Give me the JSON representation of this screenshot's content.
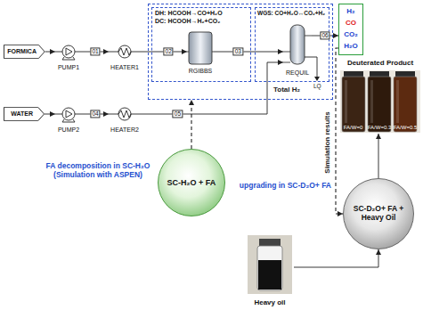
{
  "diagram": {
    "nodes": [
      {
        "text": [
          "Total H₂"
        ]
      },
      {
        "text": [
          "DH: HCOOH→CO+H₂O",
          "DC: HCOOH→H₂+CO₂"
        ],
        "in": 0
      },
      {
        "text": [
          "RGIBBS"
        ],
        "in": 1
      },
      {
        "text": [
          "WGS: CO+H₂O↔CO₂+H₂"
        ],
        "in": 0
      },
      {
        "text": [
          "REQUIL"
        ],
        "in": 3
      },
      {
        "text": [
          "FORMICA"
        ]
      },
      {
        "text": [
          "PUMP1"
        ]
      },
      {
        "text": [
          "HEATER1"
        ]
      },
      {
        "text": [
          "WATER"
        ]
      },
      {
        "text": [
          "PUMP2"
        ]
      },
      {
        "text": [
          "HEATER2"
        ]
      },
      {
        "text": [
          "H₂",
          "CO",
          "CO₂",
          "H₂O"
        ]
      },
      {
        "text": [
          "SC-H₂O + FA"
        ]
      },
      {
        "text": [
          "SC-D₂O+ FA + Heavy Oil"
        ]
      },
      {
        "text": [
          "Deuterated Product",
          "FA/W=0",
          "FA/W=0.3",
          "FA/W=0.5"
        ]
      },
      {
        "text": [
          "Heavy oil"
        ]
      }
    ],
    "edges": [
      {
        "from": 5,
        "to": 6,
        "arrow": "to"
      },
      {
        "from": 6,
        "to": 7,
        "arrow": "to",
        "label": "01"
      },
      {
        "from": 7,
        "to": 2,
        "arrow": "to",
        "label": "02"
      },
      {
        "from": 2,
        "to": 4,
        "arrow": "to",
        "label": "03"
      },
      {
        "from": 8,
        "to": 9,
        "arrow": "to"
      },
      {
        "from": 9,
        "to": 10,
        "arrow": "to",
        "label": "04"
      },
      {
        "from": 10,
        "to": 4,
        "arrow": "to",
        "label": "05"
      },
      {
        "from": 4,
        "to": 11,
        "arrow": "to",
        "label": "06"
      },
      {
        "from": 12,
        "to": 0,
        "arrow": "to"
      },
      {
        "from": 11,
        "to": 13,
        "arrow": "to",
        "label": "Simulation results"
      },
      {
        "from": 15,
        "to": 13,
        "arrow": "to"
      },
      {
        "from": 13,
        "to": 14,
        "arrow": "to"
      }
    ],
    "labels": [
      "FA decomposition in SC-H₂O (Simulation with ASPEN)",
      "upgrading in SC-D₂O+ FA",
      "LQ"
    ]
  }
}
